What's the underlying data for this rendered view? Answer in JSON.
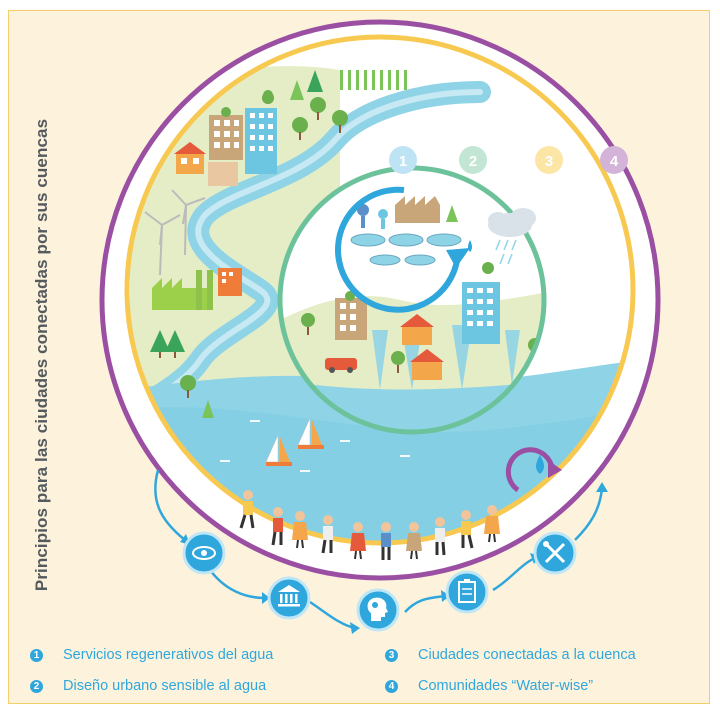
{
  "title": "Principios para las ciudades conectadas por sus cuencas",
  "colors": {
    "ring1": "#2fa7dd",
    "ring2": "#6cc29a",
    "ring3": "#f8c950",
    "ring4": "#9a4fa3",
    "water": "#8fd3e6",
    "land": "#e8efc8",
    "frame_bg": "#fdf3dc",
    "legend_text": "#2fa7dd"
  },
  "rings": [
    {
      "number": "1",
      "color": "#9fd7f2"
    },
    {
      "number": "2",
      "color": "#a8ddc4"
    },
    {
      "number": "3",
      "color": "#fbe39e"
    },
    {
      "number": "4",
      "color": "#c39ccb"
    }
  ],
  "legend": [
    {
      "number": "1",
      "label": "Servicios regenerativos del agua"
    },
    {
      "number": "2",
      "label": "Diseño urbano sensible al agua"
    },
    {
      "number": "3",
      "label": "Ciudades conectadas a la cuenca"
    },
    {
      "number": "4",
      "label": "Comunidades “Water-wise”"
    }
  ],
  "process_icons": [
    "eye-icon",
    "institution-icon",
    "head-gears-icon",
    "clipboard-icon",
    "tools-icon"
  ]
}
